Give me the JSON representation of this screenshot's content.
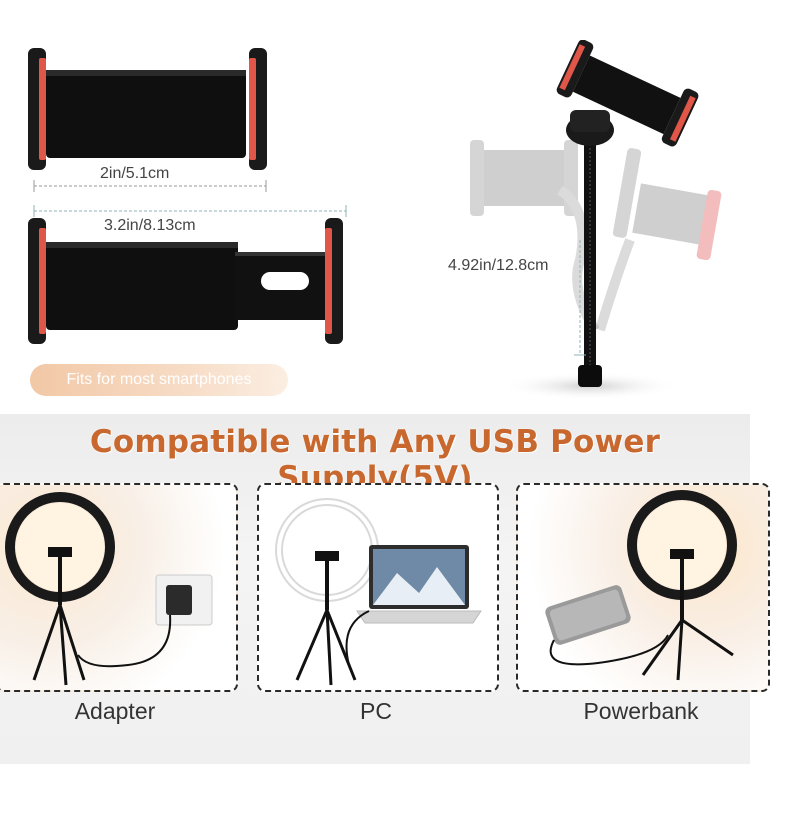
{
  "product": {
    "width_min_label": "2in/5.1cm",
    "width_max_label": "3.2in/8.13cm",
    "fits_label": "Fits for most smartphones",
    "gooseneck_label": "4.92in/12.8cm"
  },
  "compat": {
    "headline": "Compatible with Any USB Power Supply(5V)",
    "panels": [
      {
        "label": "Adapter"
      },
      {
        "label": "PC"
      },
      {
        "label": "Powerbank"
      }
    ]
  },
  "colors": {
    "headline": "#c8682e",
    "pill": "#f2c8a6",
    "clamp_accent": "#e0574a",
    "clamp_body": "#1a1a1a"
  }
}
